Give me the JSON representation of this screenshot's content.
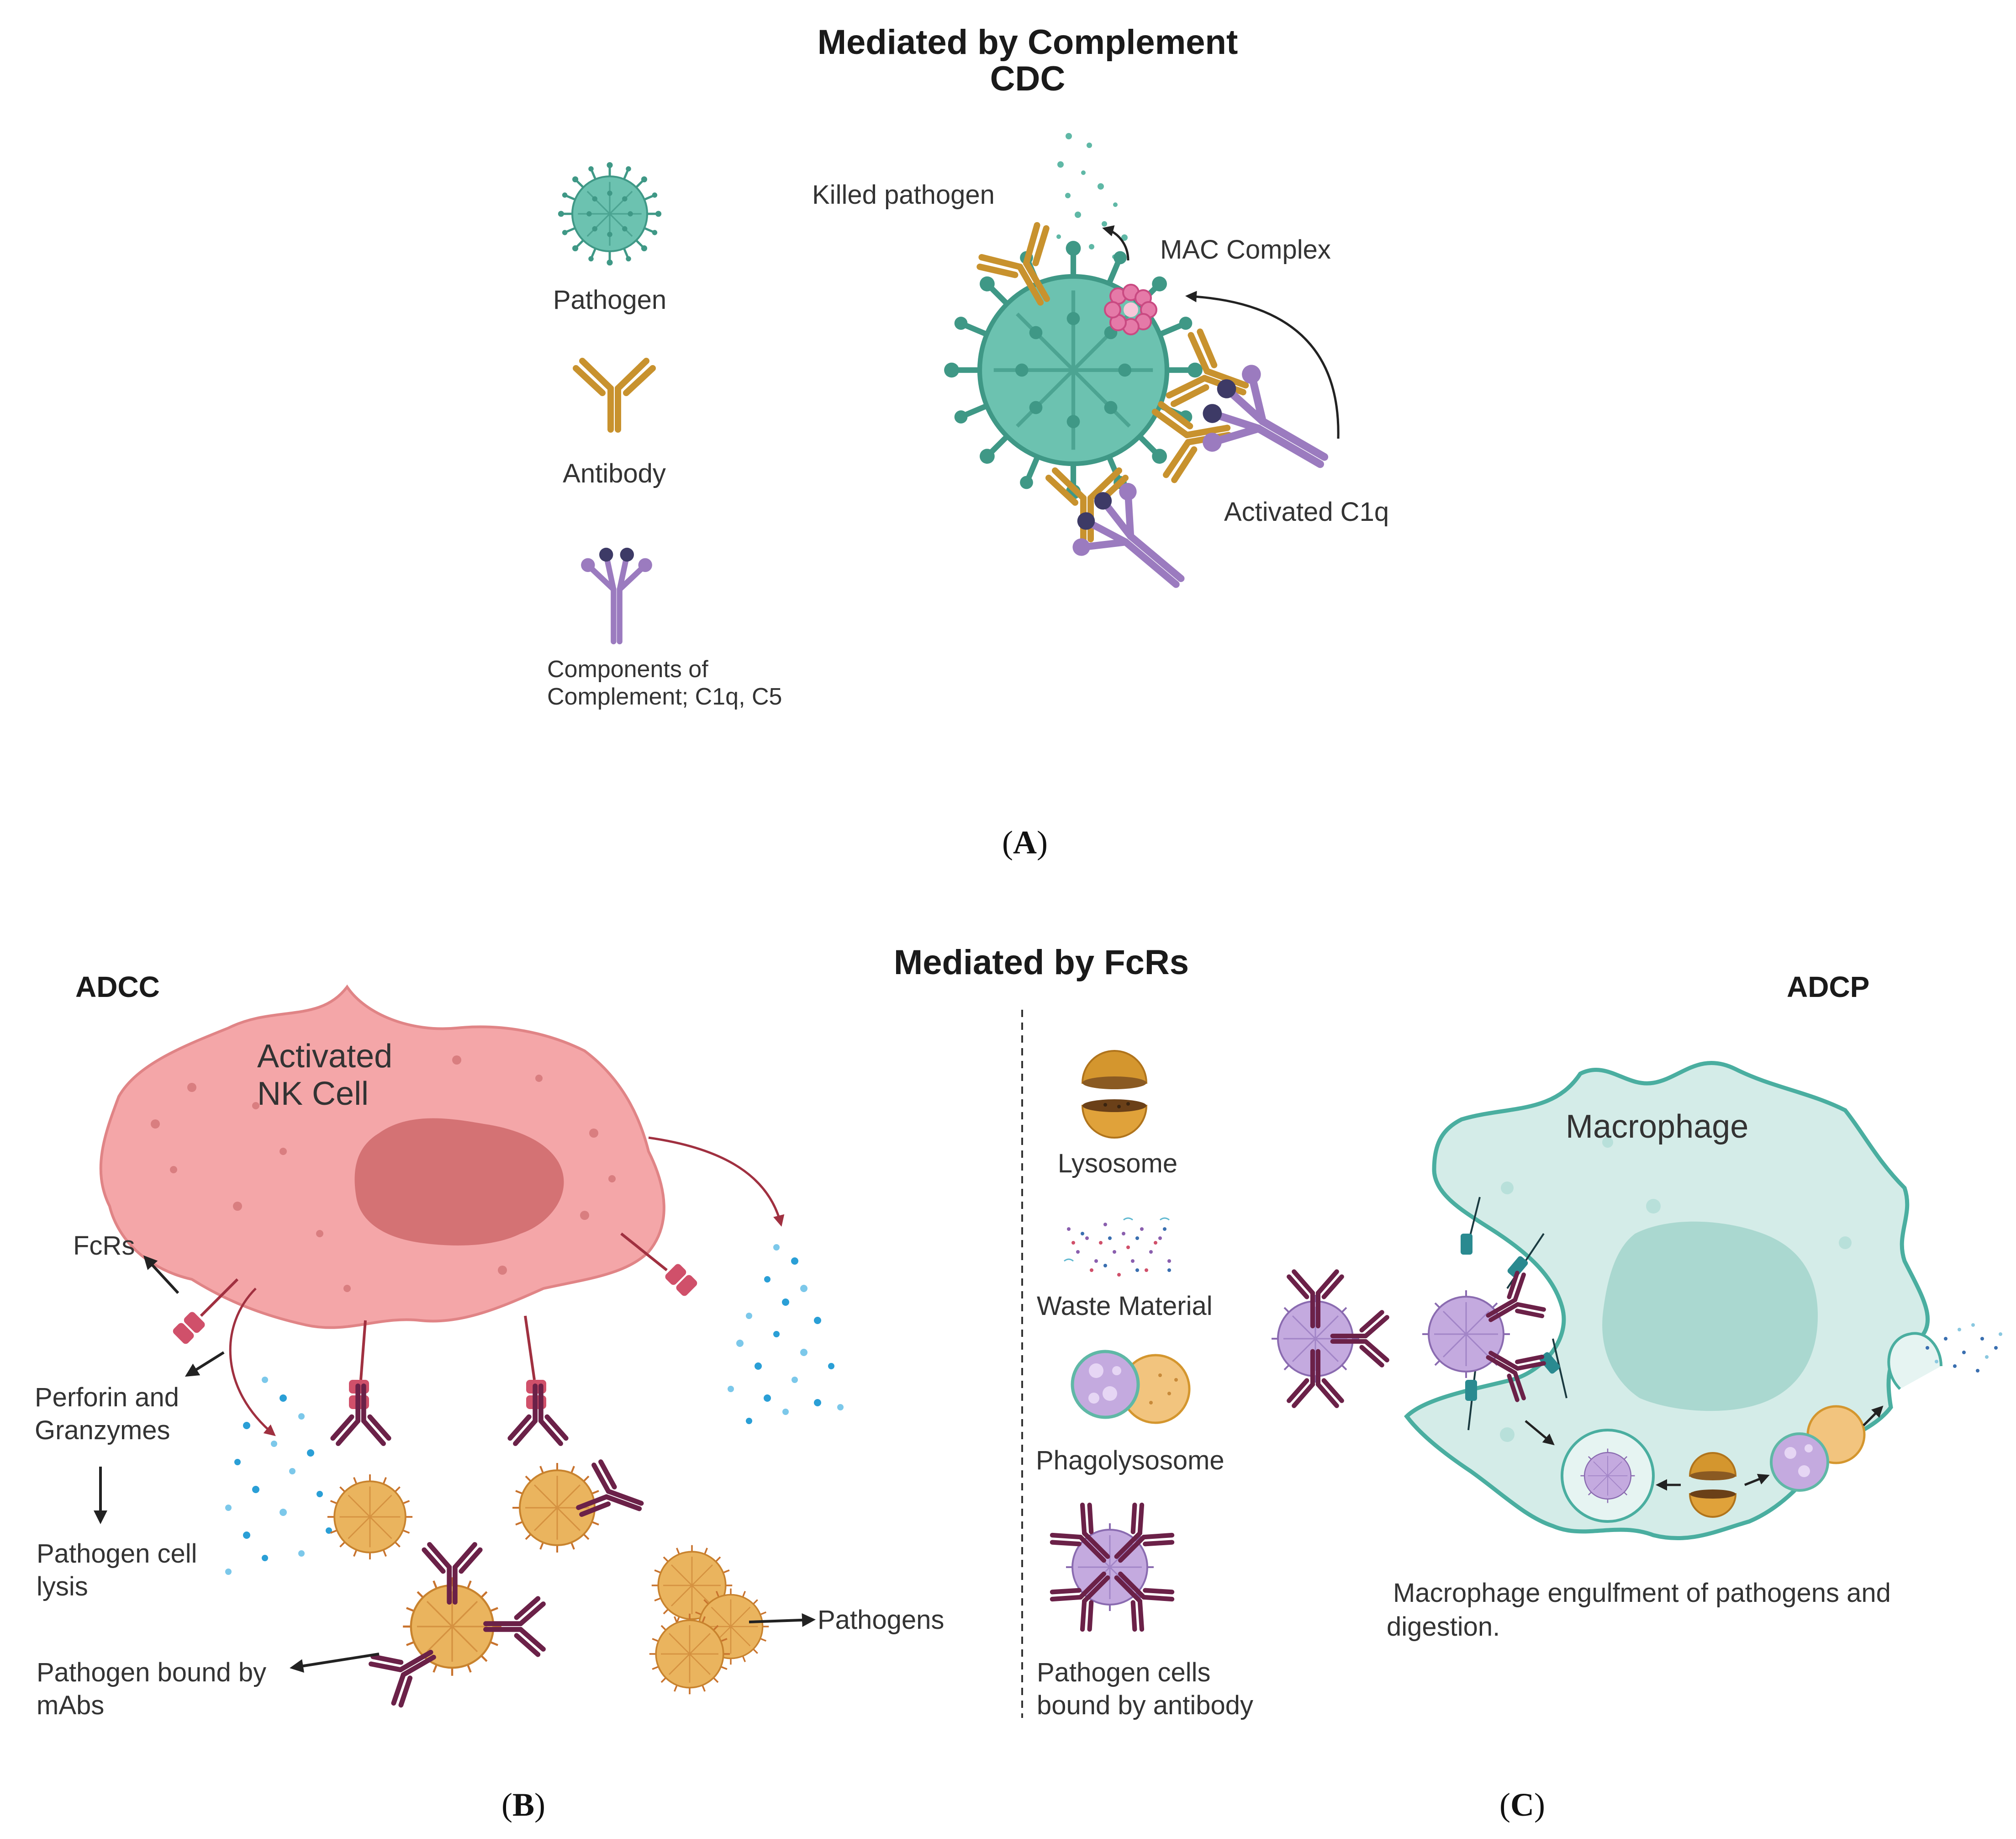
{
  "colors": {
    "pathogen_teal": "#5fb8a6",
    "antibody_gold": "#d4a23a",
    "complement_purple": "#9b7bbf",
    "mac_pink": "#e0649a",
    "nk_cell_pink": "#f4a6a8",
    "nk_nucleus": "#d47274",
    "fcr_red": "#d0506a",
    "pathogen_orange": "#e8b25a",
    "mab_maroon": "#6b2148",
    "macrophage_fill": "#d4ece8",
    "macrophage_edge": "#4aaea0",
    "granule_blue": "#2a9fd6",
    "arrow_red": "#a03040"
  },
  "panel_a": {
    "title_line1": "Mediated by Complement",
    "title_line2": "CDC",
    "legend_pathogen": "Pathogen",
    "legend_antibody": "Antibody",
    "legend_complement_line1": "Components of",
    "legend_complement_line2": "Complement; C1q, C5",
    "label_killed": "Killed pathogen",
    "label_mac": "MAC Complex",
    "label_c1q": "Activated C1q",
    "panel_label": "A"
  },
  "panel_bc": {
    "title": "Mediated by FcRs",
    "adcc": "ADCC",
    "adcp": "ADCP",
    "nk_line1": "Activated",
    "nk_line2": "NK Cell",
    "fcrs": "FcRs",
    "perforin_line1": "Perforin and",
    "perforin_line2": "Granzymes",
    "lysis_line1": "Pathogen cell",
    "lysis_line2": "lysis",
    "bound_line1": "Pathogen bound by",
    "bound_line2": "mAbs",
    "pathogens": "Pathogens",
    "legend_lysosome": "Lysosome",
    "legend_waste": "Waste Material",
    "legend_phagolysosome": "Phagolysosome",
    "legend_bound_line1": "Pathogen cells",
    "legend_bound_line2": "bound by antibody",
    "macrophage": "Macrophage",
    "engulf_line1": "Macrophage engulfment of pathogens and",
    "engulf_line2": "digestion.",
    "panel_label_b": "B",
    "panel_label_c": "C"
  }
}
